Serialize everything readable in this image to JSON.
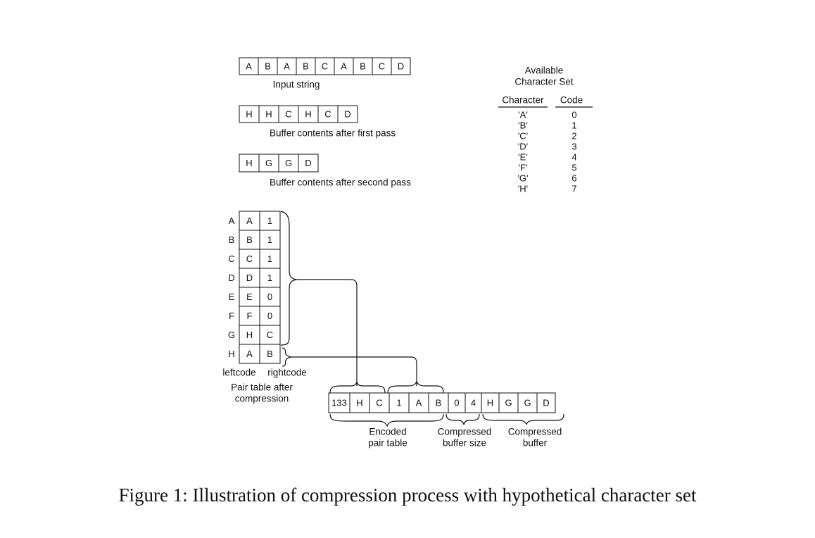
{
  "input": {
    "cells": [
      "A",
      "B",
      "A",
      "B",
      "C",
      "A",
      "B",
      "C",
      "D"
    ],
    "label": "Input string"
  },
  "pass1": {
    "cells": [
      "H",
      "H",
      "C",
      "H",
      "C",
      "D"
    ],
    "label": "Buffer contents after first pass"
  },
  "pass2": {
    "cells": [
      "H",
      "G",
      "G",
      "D"
    ],
    "label": "Buffer contents after second pass"
  },
  "charset": {
    "title": [
      "Available",
      "Character Set"
    ],
    "headers": {
      "character": "Character",
      "code": "Code"
    },
    "rows": [
      {
        "char": "'A'",
        "code": "0"
      },
      {
        "char": "'B'",
        "code": "1"
      },
      {
        "char": "'C'",
        "code": "2"
      },
      {
        "char": "'D'",
        "code": "3"
      },
      {
        "char": "'E'",
        "code": "4"
      },
      {
        "char": "'F'",
        "code": "5"
      },
      {
        "char": "'G'",
        "code": "6"
      },
      {
        "char": "'H'",
        "code": "7"
      }
    ]
  },
  "pair_table": {
    "rows": [
      {
        "key": "A",
        "left": "A",
        "right": "1"
      },
      {
        "key": "B",
        "left": "B",
        "right": "1"
      },
      {
        "key": "C",
        "left": "C",
        "right": "1"
      },
      {
        "key": "D",
        "left": "D",
        "right": "1"
      },
      {
        "key": "E",
        "left": "E",
        "right": "0"
      },
      {
        "key": "F",
        "left": "F",
        "right": "0"
      },
      {
        "key": "G",
        "left": "H",
        "right": "C"
      },
      {
        "key": "H",
        "left": "A",
        "right": "B"
      }
    ],
    "col_labels": {
      "left": "leftcode",
      "right": "rightcode"
    },
    "label": [
      "Pair table after",
      "compression"
    ]
  },
  "output": {
    "cells": [
      "133",
      "H",
      "C",
      "1",
      "A",
      "B",
      "0",
      "4",
      "H",
      "G",
      "G",
      "D"
    ],
    "labels": {
      "encoded": [
        "Encoded",
        "pair table"
      ],
      "size": [
        "Compressed",
        "buffer size"
      ],
      "buffer": [
        "Compressed",
        "buffer"
      ]
    }
  },
  "caption": "Figure 1: Illustration of compression process with hypothetical character set"
}
